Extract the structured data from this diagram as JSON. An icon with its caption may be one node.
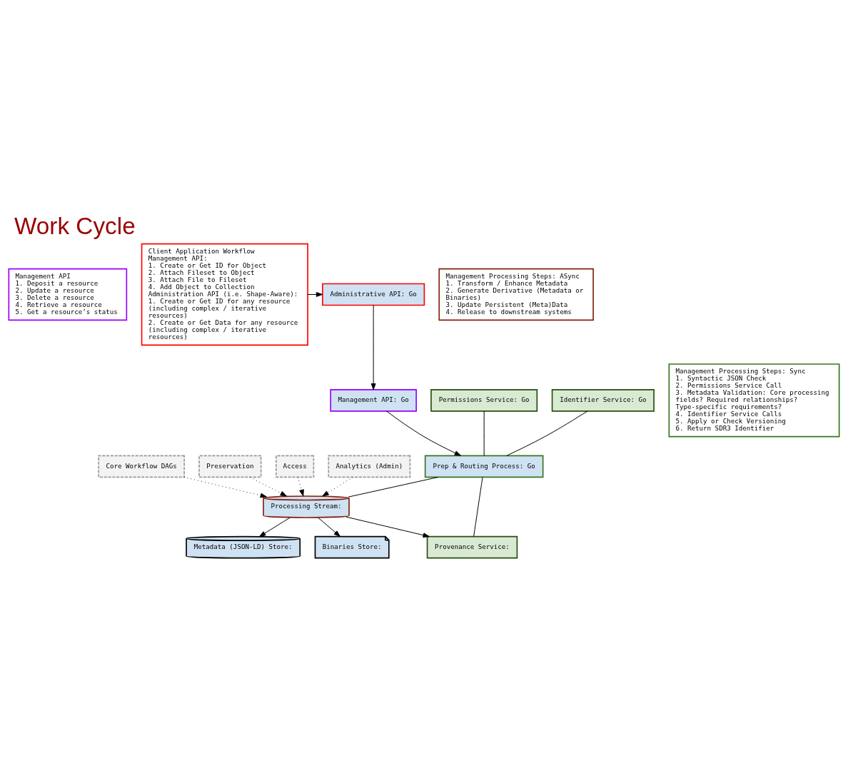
{
  "diagram": {
    "title": "Work Cycle",
    "nodes": [
      {
        "text": [
          "Management API",
          "1. Deposit a resource",
          "2. Update a resource",
          "3. Delete a resource",
          "4. Retrieve a resource",
          "5. Get a resource’s status"
        ]
      },
      {
        "text": [
          "Administrative API: Go"
        ]
      },
      {
        "text": [
          "Client Application Workflow",
          "Management API:",
          "1. Create or Get ID for Object",
          "2. Attach Fileset to Object",
          "3. Attach File to Fileset",
          "4. Add Object to Collection",
          "Administration API (i.e. Shape-Aware):",
          "1. Create or Get ID for any resource (including complex / iterative resources)",
          "2. Create or Get Data for any resource (including complex / iterative resources)"
        ]
      },
      {
        "text": [
          "Management API: Go"
        ]
      },
      {
        "text": [
          "Permissions Service: Go"
        ]
      },
      {
        "text": [
          "Prep & Routing Process: Go"
        ]
      },
      {
        "text": [
          "Management Processing Steps: Sync",
          "1. Syntactic JSON Check",
          "2. Permissions Service Call",
          "3. Metadata Validation: Core processing fields? Required relationships? Type-specific requirements?",
          "4. Identifier Service Calls",
          "5. Apply or Check Versioning",
          "6. Return SDR3 Identifier"
        ]
      },
      {
        "text": [
          "Identifier Service: Go"
        ]
      },
      {
        "text": [
          "Provenance Service:"
        ]
      },
      {
        "text": [
          "Processing Stream:"
        ]
      },
      {
        "text": [
          "Metadata (JSON-LD) Store:"
        ]
      },
      {
        "text": [
          "Management Processing Steps: ASync",
          "1. Transform / Enhance Metadata",
          "2. Generate Derivative (Metadata or Binaries)",
          "3. Update Persistent (Meta)Data",
          "4. Release to downstream systems"
        ]
      },
      {
        "text": [
          "Binaries Store:"
        ]
      },
      {
        "text": [
          "Core Workflow DAGs"
        ]
      },
      {
        "text": [
          "Preservation"
        ]
      },
      {
        "text": [
          "Access"
        ]
      },
      {
        "text": [
          "Analytics (Admin)"
        ]
      }
    ],
    "edges": [
      {
        "from": 2,
        "to": 1,
        "arrow": "to"
      },
      {
        "from": 1,
        "to": 3,
        "arrow": "to"
      },
      {
        "from": 3,
        "to": 5,
        "arrow": "to"
      },
      {
        "from": 4,
        "to": 5,
        "arrow": "none"
      },
      {
        "from": 7,
        "to": 5,
        "arrow": "none"
      },
      {
        "from": 8,
        "to": 5,
        "arrow": "none"
      },
      {
        "from": 5,
        "to": 9,
        "arrow": "none"
      },
      {
        "from": 9,
        "to": 8,
        "arrow": "to"
      },
      {
        "from": 9,
        "to": 10,
        "arrow": "to"
      },
      {
        "from": 9,
        "to": 12,
        "arrow": "to"
      },
      {
        "from": 13,
        "to": 9,
        "arrow": "to",
        "style": "dashed"
      },
      {
        "from": 14,
        "to": 9,
        "arrow": "to",
        "style": "dashed"
      },
      {
        "from": 15,
        "to": 9,
        "arrow": "to",
        "style": "dashed"
      },
      {
        "from": 16,
        "to": 9,
        "arrow": "to",
        "style": "dashed"
      }
    ]
  }
}
